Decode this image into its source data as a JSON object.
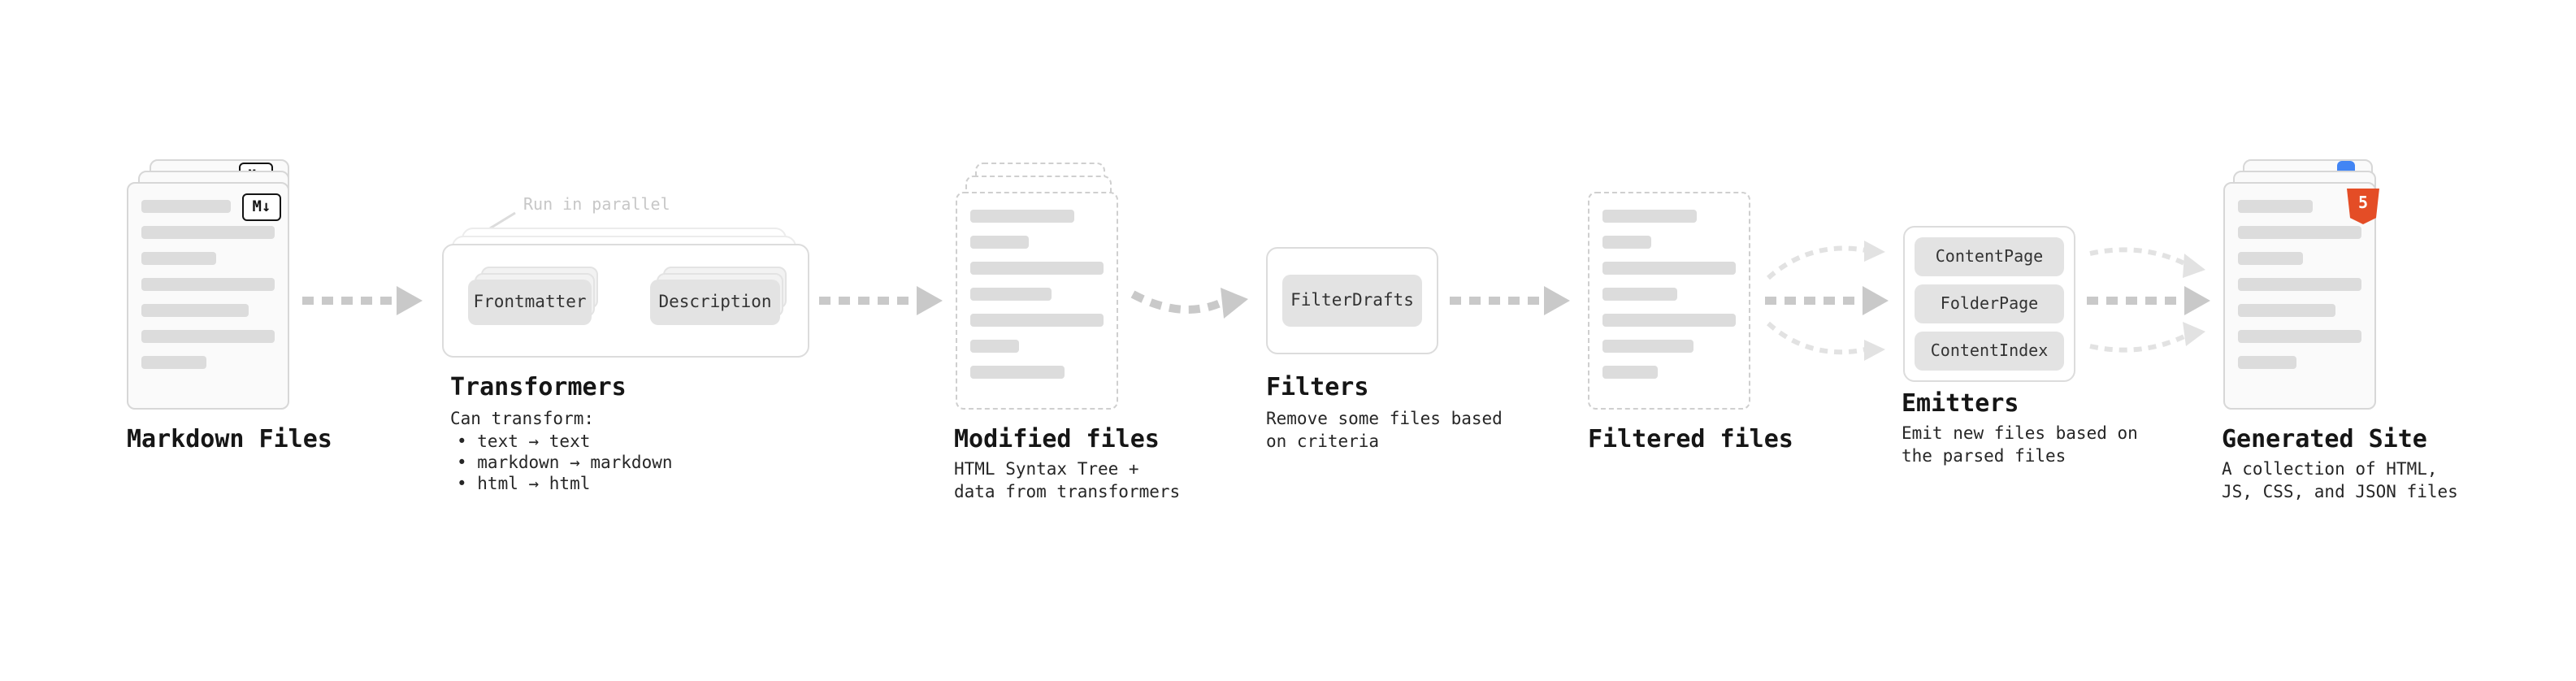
{
  "colors": {
    "arrow": "#c9c9c9",
    "fan_arrow": "#e2e2e2",
    "button_bg": "#e3e3e3",
    "markdown_badge_border": "#141414",
    "html5_badge": "#e44d26",
    "blue_badge": "#4285f4"
  },
  "markdown_files": {
    "title": "Markdown Files",
    "badge": "M↓"
  },
  "transformers": {
    "note": "Run in parallel",
    "buttons": [
      "Frontmatter",
      "Description"
    ],
    "title": "Transformers",
    "caption": "Can transform:",
    "bullets": [
      "• text → text",
      "• markdown → markdown",
      "• html → html"
    ]
  },
  "modified_files": {
    "title": "Modified files",
    "subtitle": "HTML Syntax Tree +\ndata from transformers"
  },
  "filters": {
    "button": "FilterDrafts",
    "title": "Filters",
    "subtitle": "Remove some files based\non criteria"
  },
  "filtered_files": {
    "title": "Filtered files"
  },
  "emitters": {
    "buttons": [
      "ContentPage",
      "FolderPage",
      "ContentIndex"
    ],
    "title": "Emitters",
    "subtitle": "Emit new files based on\nthe parsed files"
  },
  "generated_site": {
    "title": "Generated Site",
    "subtitle": "A collection of HTML,\nJS, CSS, and JSON files",
    "badge": "5"
  }
}
